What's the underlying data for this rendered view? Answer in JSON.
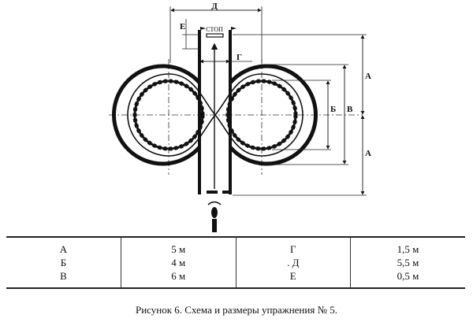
{
  "diagram": {
    "labels": {
      "A": "А",
      "B": "Б",
      "V": "В",
      "G": "Г",
      "D": "Д",
      "E": "Е",
      "stop": "СТОП"
    }
  },
  "table": {
    "rows": [
      {
        "k1": "А",
        "v1": "5 м",
        "k2": "Г",
        "v2": "1,5 м"
      },
      {
        "k1": "Б",
        "v1": "4 м",
        "k2": ". Д",
        "v2": "5,5 м"
      },
      {
        "k1": "В",
        "v1": "6 м",
        "k2": "Е",
        "v2": "0,5 м"
      }
    ]
  },
  "caption": "Рисунок 6. Схема и размеры упражнения № 5."
}
